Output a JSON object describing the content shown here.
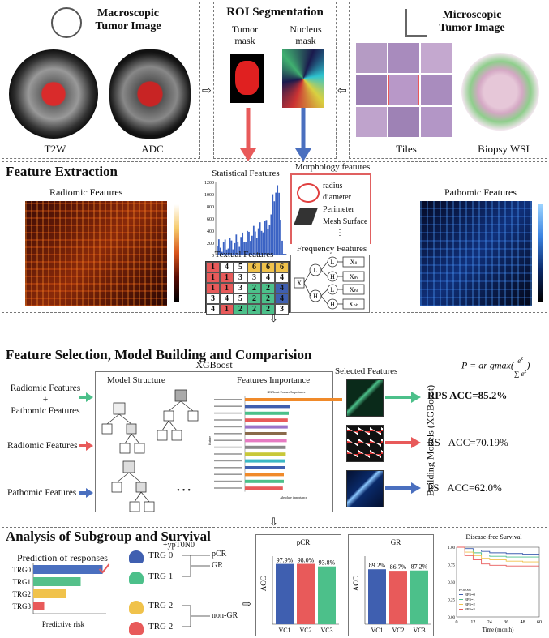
{
  "top": {
    "macro": {
      "title1": "Macroscopic",
      "title2": "Tumor Image",
      "img1": "T2W",
      "img2": "ADC"
    },
    "roi": {
      "title": "ROI Segmentation",
      "tumor1": "Tumor",
      "tumor2": "mask",
      "nucleus1": "Nucleus",
      "nucleus2": "mask"
    },
    "micro": {
      "title1": "Microscopic",
      "title2": "Tumor Image",
      "img1": "Tiles",
      "img2": "Biopsy WSI"
    }
  },
  "extract": {
    "title": "Feature Extraction",
    "radiomic": "Radiomic Features",
    "pathomic": "Pathomic Features",
    "statistical": "Statistical Features",
    "stat_yticks": [
      "1200",
      "1000",
      "800",
      "600",
      "400",
      "200",
      "0"
    ],
    "morph": "Morphology features",
    "morph_items": [
      "radius",
      "diameter",
      "Perimeter",
      "Mesh Surface",
      "⋮"
    ],
    "textual": "Textual Features",
    "texture_grid": [
      [
        "1",
        "4",
        "5",
        "6",
        "6",
        "6"
      ],
      [
        "1",
        "1",
        "3",
        "3",
        "4",
        "4"
      ],
      [
        "1",
        "1",
        "3",
        "2",
        "2",
        "4"
      ],
      [
        "3",
        "4",
        "5",
        "2",
        "2",
        "4"
      ],
      [
        "4",
        "1",
        "2",
        "2",
        "2",
        "3"
      ]
    ],
    "frequency": "Frequency Features",
    "freq_nodes": {
      "x": "X",
      "l": "L",
      "h": "H",
      "ll": "Xₗₗ",
      "lh": "Xₗₕ",
      "hl": "Xₕₗ",
      "hh": "Xₕₕ"
    },
    "freq_leaf_labels": [
      "X_LL",
      "X_LH",
      "X_HL",
      "X_HH"
    ]
  },
  "selection": {
    "title": "Feature Selection, Model Building and Comparision",
    "inputs": [
      "Radiomic Features",
      "+",
      "Pathomic Features",
      "Radiomic Features",
      "Pathomic Features"
    ],
    "xgboost": "XGBoost",
    "model_structure": "Model Structure",
    "features_importance": "Features Importance",
    "fi_chart_title": "XGBoost Feature Importance",
    "fi_xlabel": "Absolute importance",
    "fi_ylabel": "feature",
    "selected": "Selected Features",
    "formula_left": "P = ar gmax(",
    "formula_num": "e",
    "formula_num_sup": "z",
    "formula_num_sub": "i",
    "formula_den": "∑",
    "formula_right": ")",
    "building": "Building Models (XGBoost)",
    "results": [
      {
        "name": "RPS",
        "acc": "ACC=85.2%"
      },
      {
        "name": "RS",
        "acc": "ACC=70.19%"
      },
      {
        "name": "PS",
        "acc": "ACC=62.0%"
      }
    ],
    "dots": "• • •"
  },
  "analysis": {
    "title": "Analysis of Subgroup and Survival",
    "prediction": "Prediction of responses",
    "predictive_risk": "Predictive risk",
    "trg_labels": [
      "TRG0",
      "TRG1",
      "TRG2",
      "TRG3"
    ],
    "trg_values": [
      0.95,
      0.65,
      0.45,
      0.15
    ],
    "trg_colors": [
      "#4a6fbf",
      "#55c08a",
      "#f0c24b",
      "#e85a5a"
    ],
    "people": [
      "TRG 0",
      "TRG 1",
      "TRG 2",
      "TRG 2"
    ],
    "ypt": "+ypT0N0",
    "pcr": "pCR",
    "gr": "GR",
    "nongr": "non-GR"
  },
  "chart_data": [
    {
      "type": "bar",
      "title": "pCR",
      "ylabel": "ACC",
      "categories": [
        "VC1",
        "VC2",
        "VC3"
      ],
      "values": [
        97.9,
        98.0,
        93.8
      ],
      "value_labels": [
        "97.9%",
        "98.0%",
        "93.8%"
      ],
      "colors": [
        "#3f5fb0",
        "#e85a5a",
        "#4cc08a"
      ]
    },
    {
      "type": "bar",
      "title": "GR",
      "ylabel": "ACC",
      "categories": [
        "VC1",
        "VC2",
        "VC3"
      ],
      "values": [
        89.2,
        86.7,
        87.2
      ],
      "value_labels": [
        "89.2%",
        "86.7%",
        "87.2%"
      ],
      "colors": [
        "#3f5fb0",
        "#e85a5a",
        "#4cc08a"
      ]
    },
    {
      "type": "line",
      "title": "Disease-free Survival",
      "xlabel": "Time (month)",
      "xticks": [
        "0",
        "12",
        "24",
        "36",
        "48",
        "60"
      ],
      "yticks": [
        "1.00",
        "0.75",
        "0.50",
        "0.25",
        "0.00"
      ],
      "ylim": [
        0,
        1
      ],
      "xlim": [
        0,
        60
      ],
      "legend": [
        "P<0.001",
        "RPS=0",
        "RPS=1",
        "RPS=2",
        "RPS=3"
      ],
      "series": [
        {
          "name": "RPS=0",
          "color": "#3f5fb0",
          "x": [
            0,
            6,
            12,
            18,
            24,
            36,
            48,
            60
          ],
          "y": [
            1.0,
            0.98,
            0.96,
            0.94,
            0.92,
            0.91,
            0.9,
            0.9
          ]
        },
        {
          "name": "RPS=1",
          "color": "#4cc08a",
          "x": [
            0,
            6,
            12,
            18,
            24,
            36,
            48,
            60
          ],
          "y": [
            1.0,
            0.96,
            0.92,
            0.89,
            0.87,
            0.86,
            0.86,
            0.86
          ]
        },
        {
          "name": "RPS=2",
          "color": "#f0c24b",
          "x": [
            0,
            6,
            12,
            18,
            24,
            36,
            48,
            60
          ],
          "y": [
            1.0,
            0.93,
            0.88,
            0.84,
            0.82,
            0.8,
            0.79,
            0.79
          ]
        },
        {
          "name": "RPS=3",
          "color": "#e85a5a",
          "x": [
            0,
            6,
            12,
            18,
            24,
            36,
            48,
            60
          ],
          "y": [
            1.0,
            0.88,
            0.82,
            0.76,
            0.74,
            0.73,
            0.73,
            0.73
          ]
        }
      ]
    }
  ]
}
